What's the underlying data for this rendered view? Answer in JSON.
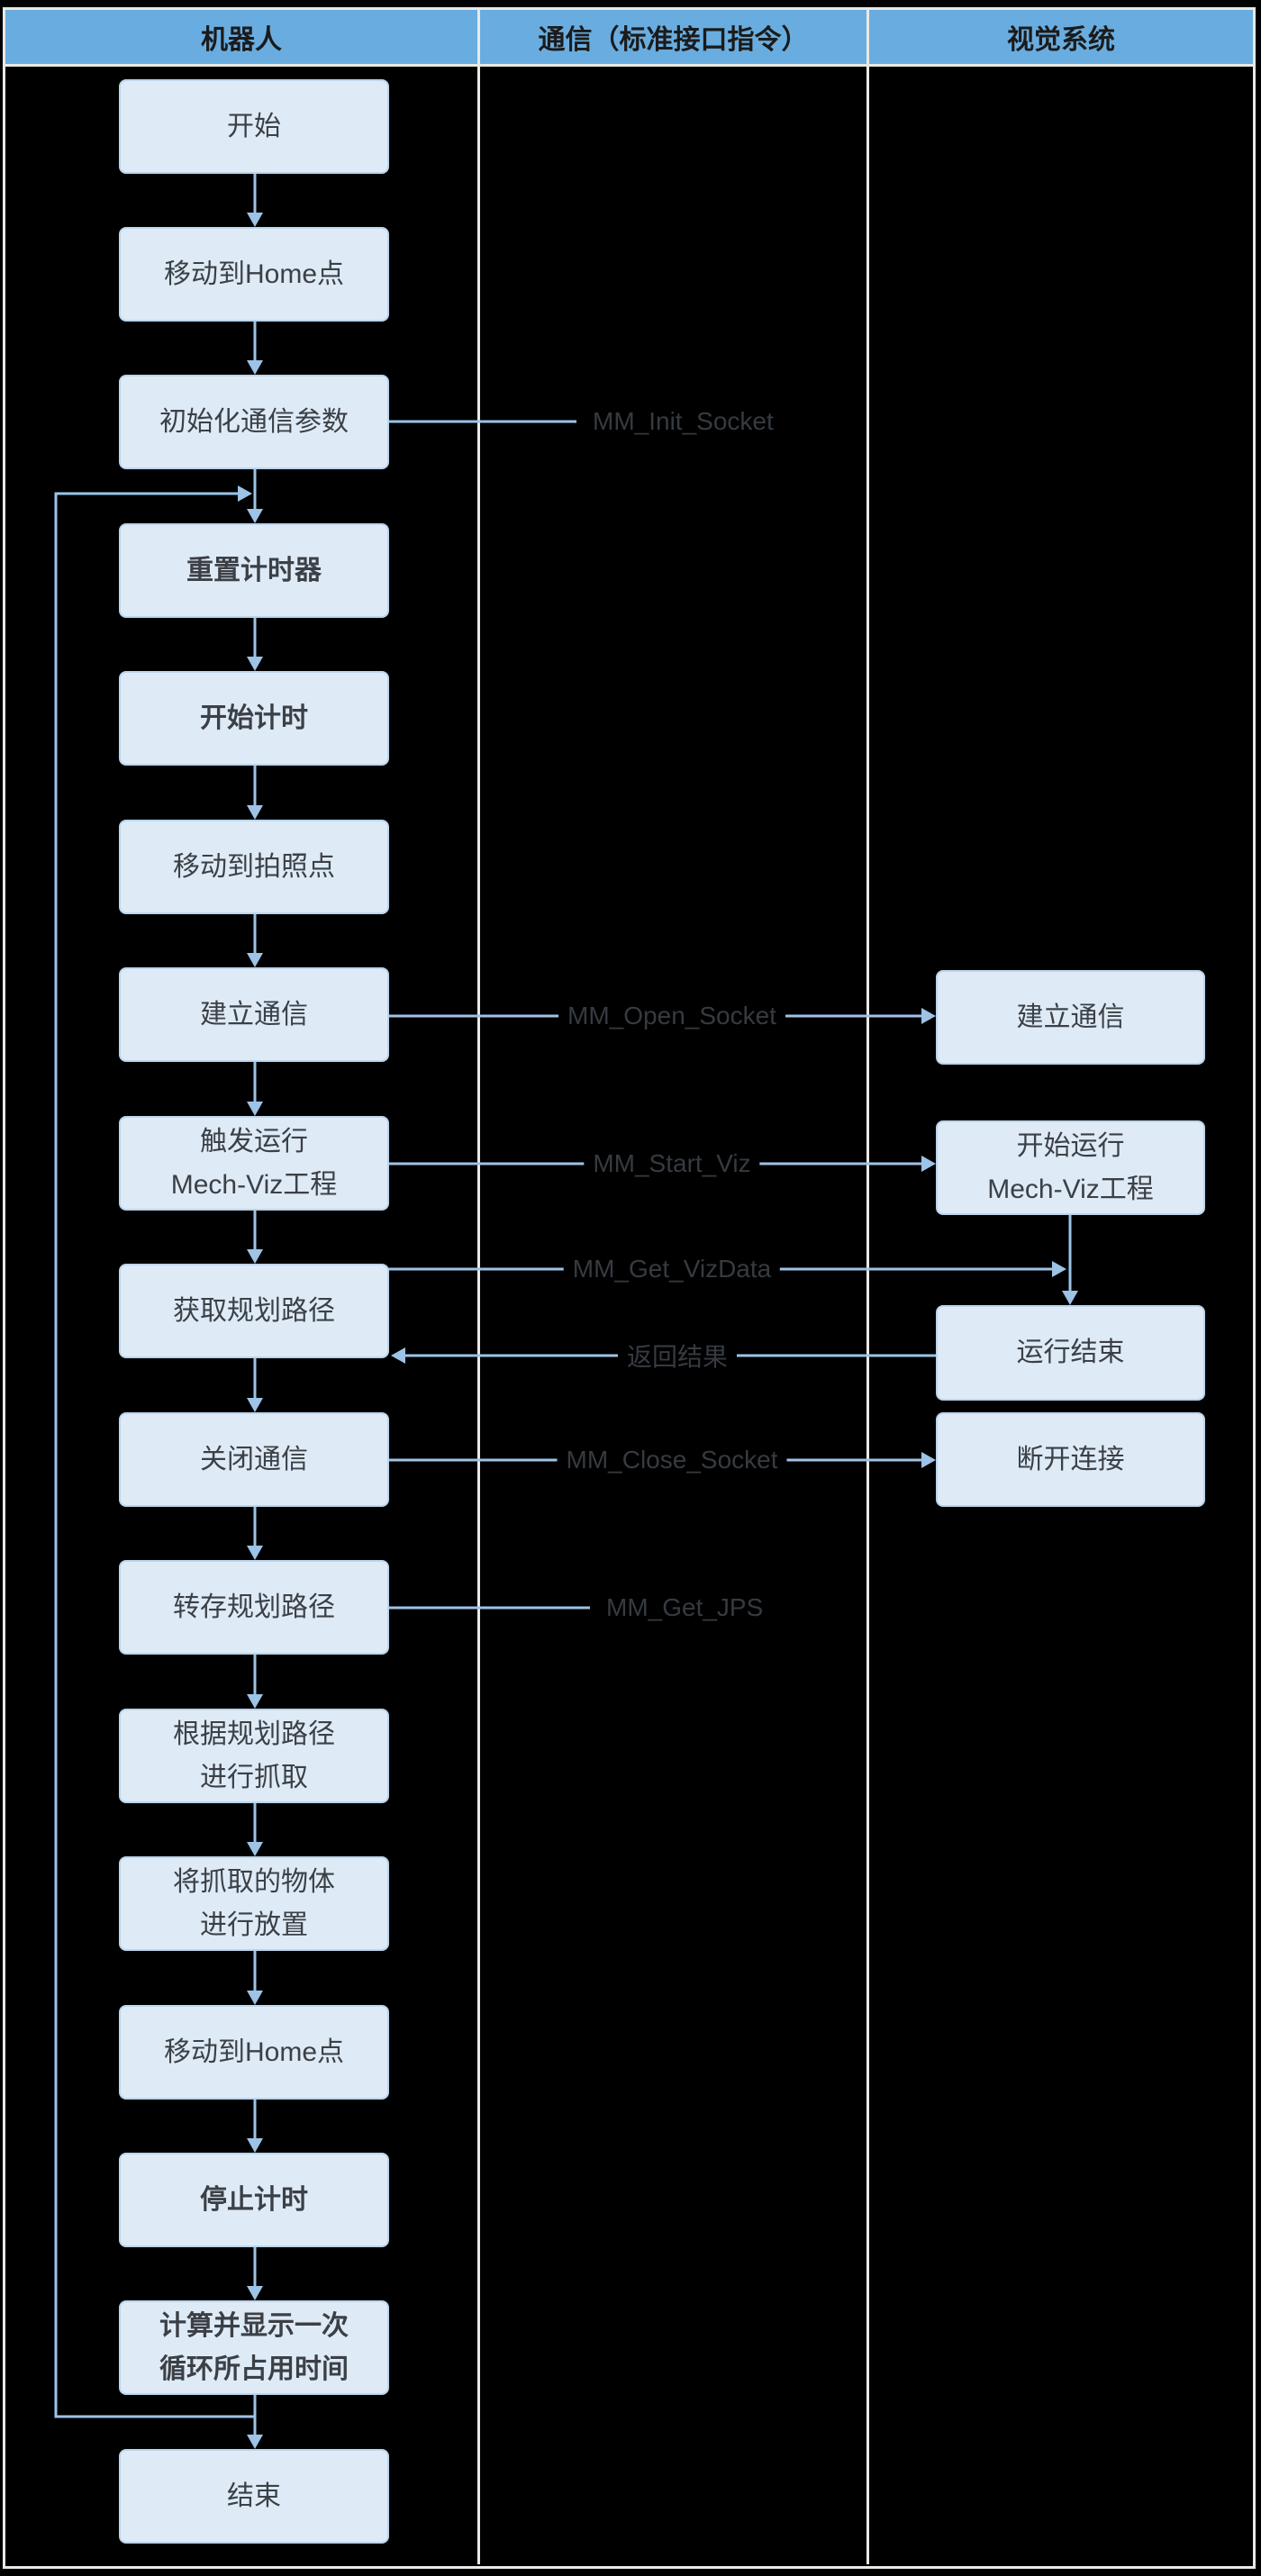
{
  "header": {
    "columns": [
      {
        "label": "机器人"
      },
      {
        "label": "通信（标准接口指令）"
      },
      {
        "label": "视觉系统"
      }
    ]
  },
  "robot_nodes": [
    {
      "line1": "开始",
      "bold": false
    },
    {
      "line1": "移动到Home点",
      "bold": false
    },
    {
      "line1": "初始化通信参数",
      "bold": false
    },
    {
      "line1": "重置计时器",
      "bold": true
    },
    {
      "line1": "开始计时",
      "bold": true
    },
    {
      "line1": "移动到拍照点",
      "bold": false
    },
    {
      "line1": "建立通信",
      "bold": false
    },
    {
      "line1": "触发运行",
      "line2": "Mech-Viz工程",
      "bold": false
    },
    {
      "line1": "获取规划路径",
      "bold": false
    },
    {
      "line1": "关闭通信",
      "bold": false
    },
    {
      "line1": "转存规划路径",
      "bold": false
    },
    {
      "line1": "根据规划路径",
      "line2": "进行抓取",
      "bold": false
    },
    {
      "line1": "将抓取的物体",
      "line2": "进行放置",
      "bold": false
    },
    {
      "line1": "移动到Home点",
      "bold": false
    },
    {
      "line1": "停止计时",
      "bold": true
    },
    {
      "line1": "计算并显示一次",
      "line2": "循环所占用时间",
      "bold": true
    },
    {
      "line1": "结束",
      "bold": false
    }
  ],
  "vision_nodes": [
    {
      "line1": "建立通信",
      "bold": false
    },
    {
      "line1": "开始运行",
      "line2": "Mech-Viz工程",
      "bold": false
    },
    {
      "line1": "运行结束",
      "bold": false
    },
    {
      "line1": "断开连接",
      "bold": false
    }
  ],
  "messages": [
    {
      "label": "MM_Init_Socket"
    },
    {
      "label": "MM_Open_Socket"
    },
    {
      "label": "MM_Start_Viz"
    },
    {
      "label": "MM_Get_VizData"
    },
    {
      "label": "返回结果"
    },
    {
      "label": "MM_Close_Socket"
    },
    {
      "label": "MM_Get_JPS"
    }
  ],
  "colors": {
    "background": "#000000",
    "frame": "#EAE8E4",
    "header_bg": "#69ADE0",
    "header_text": "#1B1B1B",
    "node_fill": "#DEEBF7",
    "node_text": "#3C4046",
    "connector": "#9DC3E6",
    "message_text": "#363B41"
  }
}
